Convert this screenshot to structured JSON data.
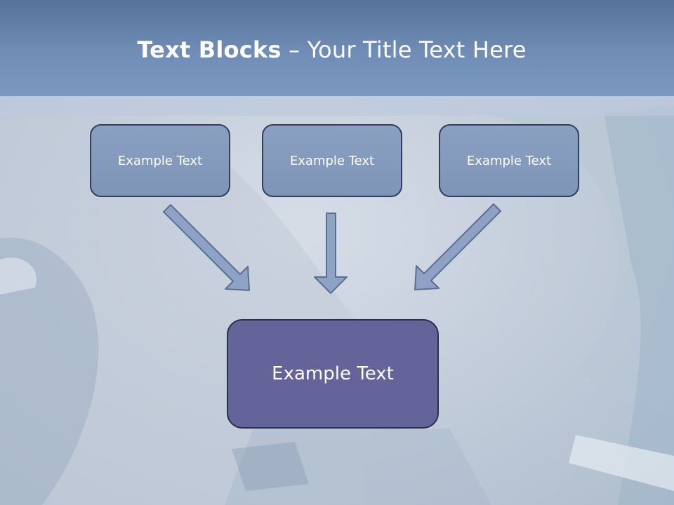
{
  "title": {
    "bold": "Text Blocks",
    "separator": " – ",
    "rest": "Your Title Text Here"
  },
  "boxes": [
    {
      "label": "Example Text"
    },
    {
      "label": "Example Text"
    },
    {
      "label": "Example Text"
    }
  ],
  "target": {
    "label": "Example Text"
  },
  "colors": {
    "header": "#6f8db6",
    "box": "#8aa0c1",
    "target": "#64639a",
    "arrow": "#8da2c4",
    "border": "#2f3f5e"
  }
}
